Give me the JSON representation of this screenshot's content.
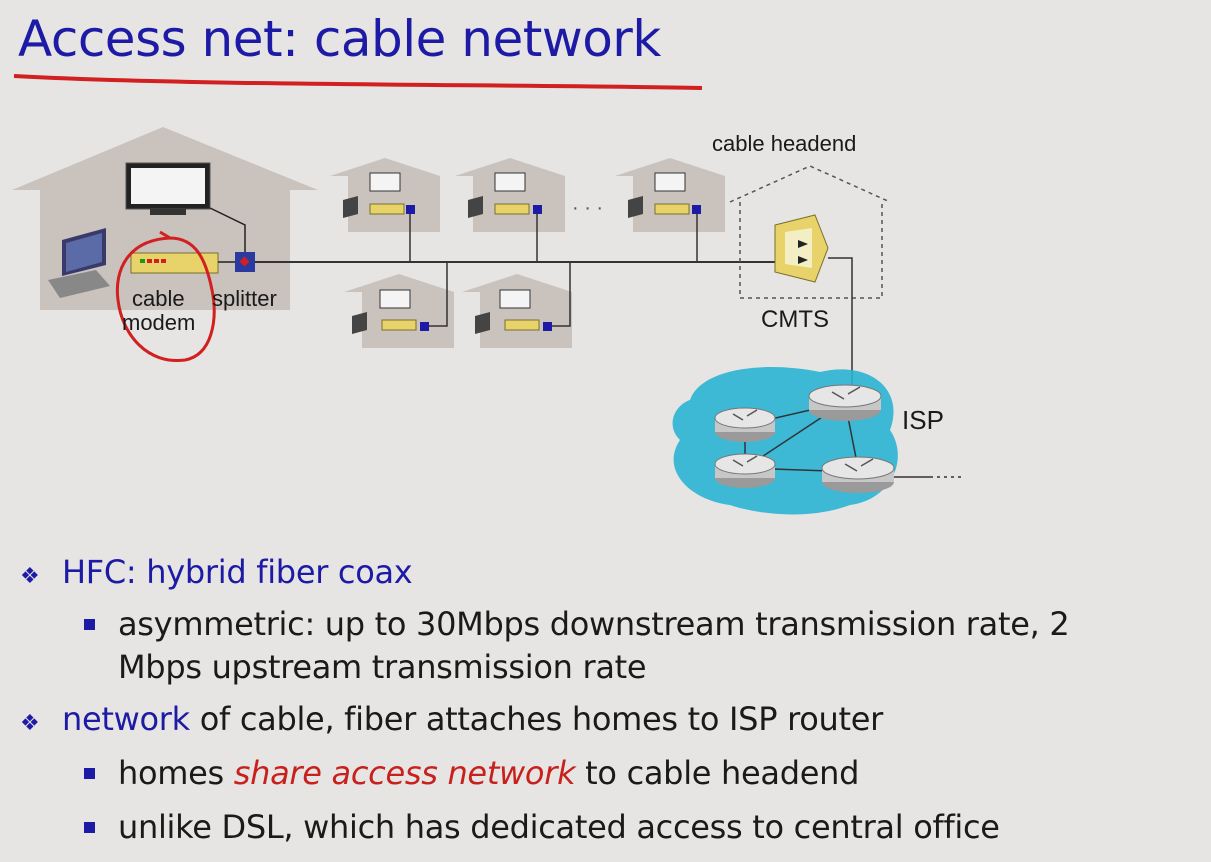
{
  "slide": {
    "title": "Access net: cable network"
  },
  "diagram": {
    "labels": {
      "cable_headend": "cable headend",
      "cable": "cable",
      "modem": "modem",
      "splitter": "splitter",
      "cmts": "CMTS",
      "isp": "ISP",
      "ellipsis": "· · ·"
    }
  },
  "bullets": {
    "hfc": {
      "prefix": "HFC:",
      "text": "hybrid fiber coax",
      "sub1_line1": "asymmetric: up to 30Mbps downstream transmission rate, 2",
      "sub1_line2": "Mbps upstream transmission rate"
    },
    "network": {
      "highlight": "network",
      "text": " of cable, fiber attaches homes to ISP router",
      "sub1_a": "homes ",
      "sub1_em": "share access network",
      "sub1_b": " to cable headend",
      "sub2": "unlike DSL, which has dedicated access to central office"
    }
  },
  "colors": {
    "title": "#1d1aa6",
    "emphasis": "#c8201c",
    "annotation": "#d21f1f",
    "house": "#c9c2bd",
    "isp_cloud": "#2ab2d3"
  }
}
